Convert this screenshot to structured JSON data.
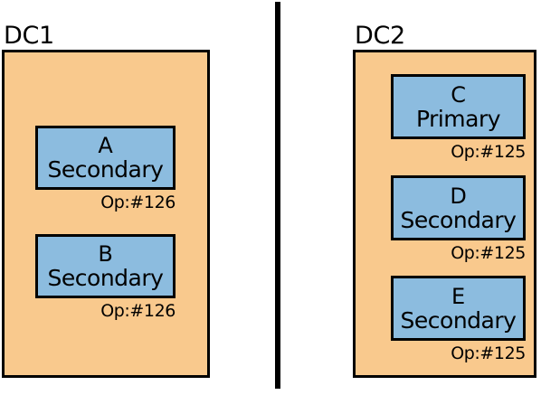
{
  "diagram": {
    "type": "datacenter-replication",
    "background_color": "#ffffff",
    "datacenter_fill": "#f9c98d",
    "node_fill": "#8cbcdf",
    "stroke_color": "#000000",
    "divider": {
      "name": "dc-divider-line",
      "orientation": "vertical",
      "color": "#000000"
    },
    "datacenters": [
      {
        "id": "dc1",
        "label": "DC1",
        "nodes": [
          {
            "id": "a",
            "name": "A",
            "role": "Secondary",
            "op": "Op:#126"
          },
          {
            "id": "b",
            "name": "B",
            "role": "Secondary",
            "op": "Op:#126"
          }
        ]
      },
      {
        "id": "dc2",
        "label": "DC2",
        "nodes": [
          {
            "id": "c",
            "name": "C",
            "role": "Primary",
            "op": "Op:#125"
          },
          {
            "id": "d",
            "name": "D",
            "role": "Secondary",
            "op": "Op:#125"
          },
          {
            "id": "e",
            "name": "E",
            "role": "Secondary",
            "op": "Op:#125"
          }
        ]
      }
    ]
  }
}
